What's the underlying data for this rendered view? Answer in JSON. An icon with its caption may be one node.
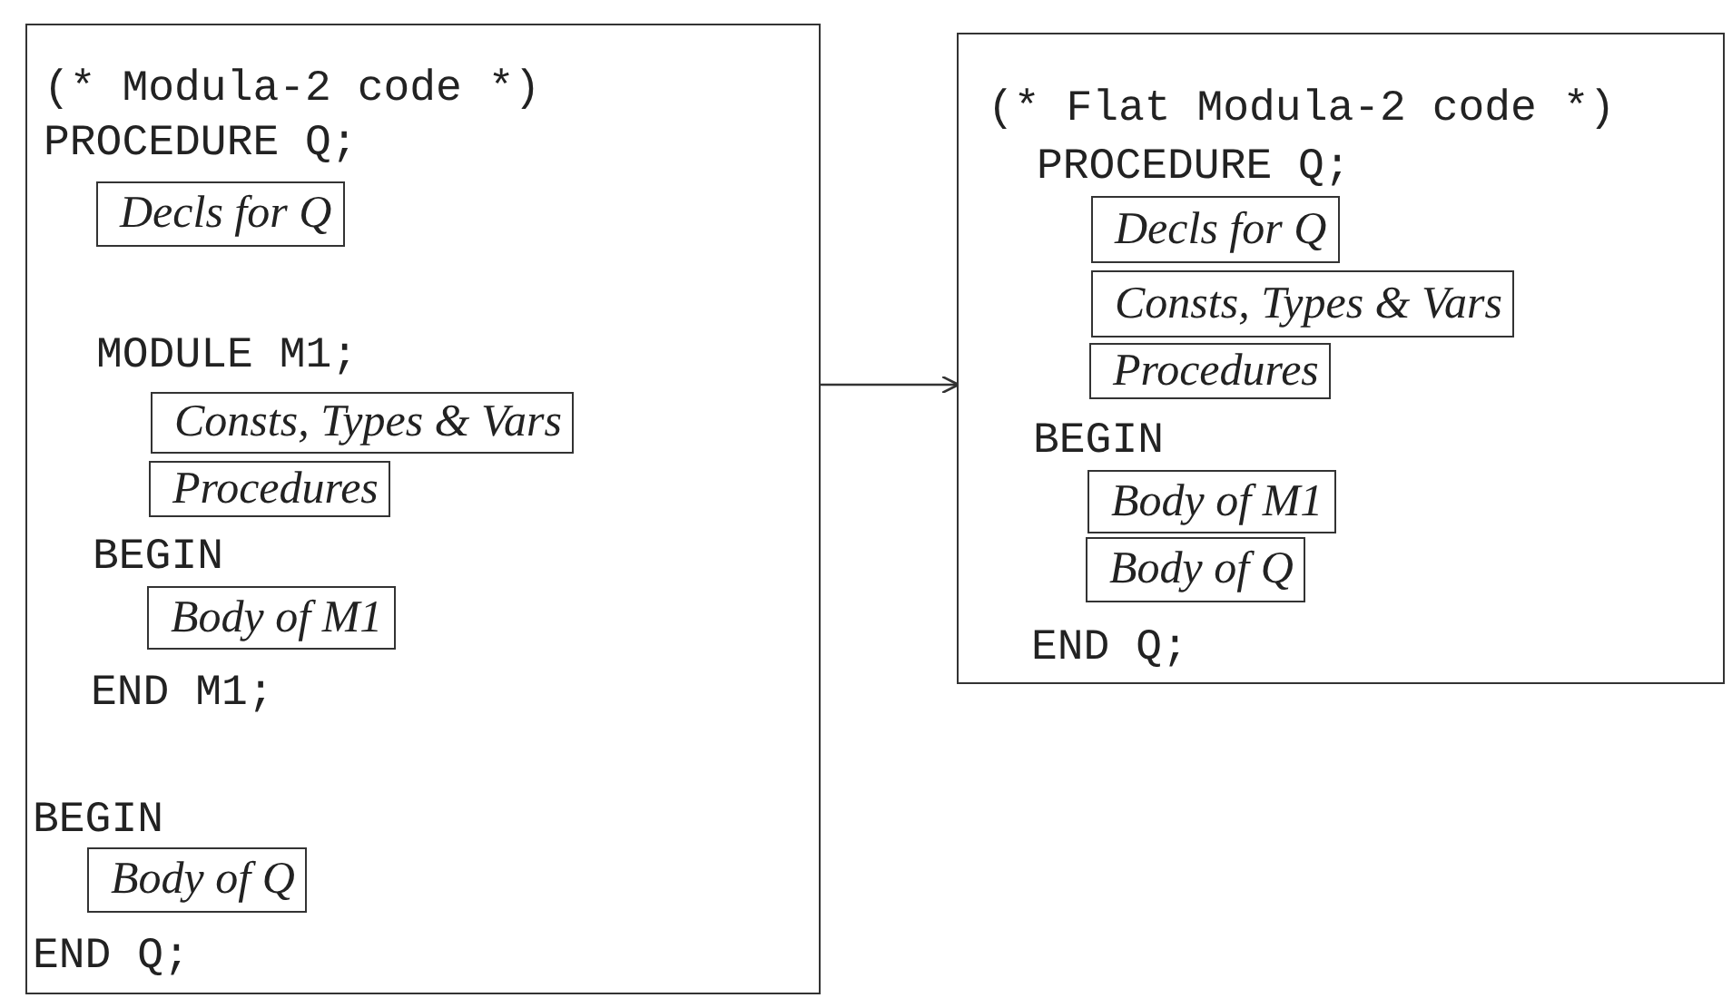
{
  "diagram": {
    "nodes": [
      {
        "text": [
          "(* Modula-2 code *)",
          "PROCEDURE Q;",
          "MODULE M1;",
          "BEGIN",
          "END M1;",
          "BEGIN",
          "END Q;"
        ]
      },
      {
        "text": [
          "Decls for Q"
        ],
        "in": 0
      },
      {
        "text": [
          "Consts, Types & Vars"
        ],
        "in": 0
      },
      {
        "text": [
          "Procedures"
        ],
        "in": 0
      },
      {
        "text": [
          "Body of M1"
        ],
        "in": 0
      },
      {
        "text": [
          "Body of Q"
        ],
        "in": 0
      },
      {
        "text": [
          "(* Flat Modula-2 code *)",
          "PROCEDURE Q;",
          "BEGIN",
          "END Q;"
        ]
      },
      {
        "text": [
          "Decls for Q"
        ],
        "in": 6
      },
      {
        "text": [
          "Consts, Types & Vars"
        ],
        "in": 6
      },
      {
        "text": [
          "Procedures"
        ],
        "in": 6
      },
      {
        "text": [
          "Body of M1"
        ],
        "in": 6
      },
      {
        "text": [
          "Body of Q"
        ],
        "in": 6
      }
    ],
    "edges": [
      {
        "from": 0,
        "to": 6,
        "arrow": "to"
      }
    ]
  }
}
